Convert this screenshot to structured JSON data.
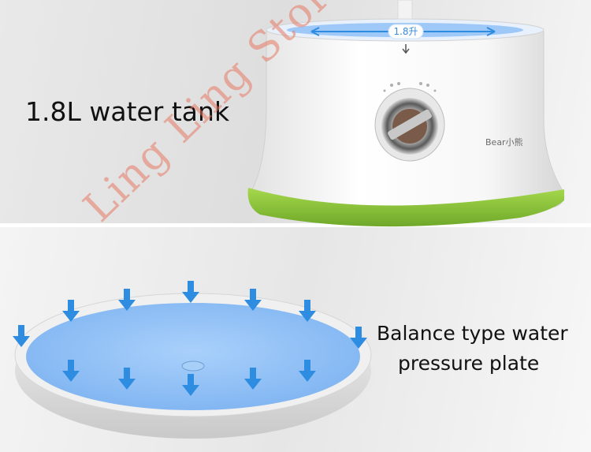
{
  "labels": {
    "tank": "1.8L water tank",
    "plate_line1": "Balance type water",
    "plate_line2": "pressure plate"
  },
  "product": {
    "capacity_marking": "1.8升",
    "brand_marking": "Bear小熊"
  },
  "watermark": "Ling Ling Store",
  "colors": {
    "accent_blue": "#2e8de0",
    "water_blue": "#8fc1f7",
    "base_green": "#8cc63f",
    "watermark": "#e6786a"
  },
  "icons": {
    "pressure_arrow": "down-arrow-icon"
  }
}
